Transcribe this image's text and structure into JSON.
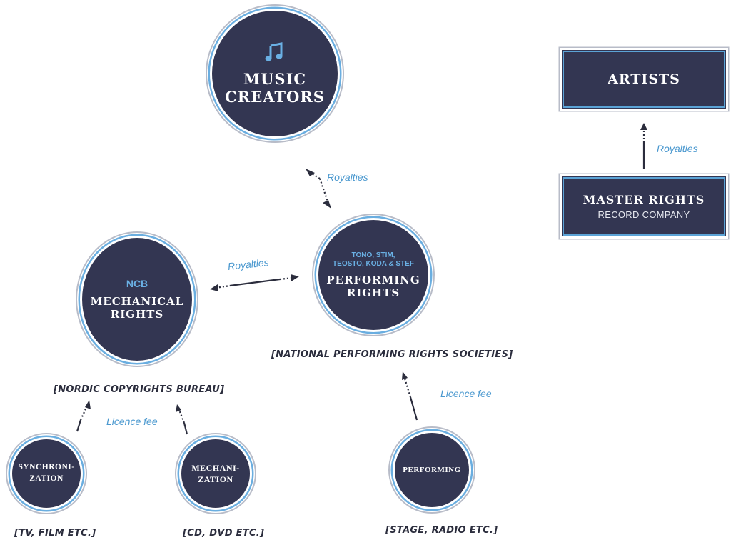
{
  "nodes": {
    "music_creators": {
      "title_line1": "MUSIC",
      "title_line2": "CREATORS",
      "icon": "music-note-icon"
    },
    "artists": {
      "title": "ARTISTS"
    },
    "master_rights": {
      "title": "MASTER RIGHTS",
      "subtitle": "RECORD COMPANY"
    },
    "performing_rights": {
      "tag_line1": "TONO, STIM,",
      "tag_line2": "TEOSTO, KODA & STEF",
      "title_line1": "PERFORMING",
      "title_line2": "RIGHTS"
    },
    "mechanical_rights": {
      "tag": "NCB",
      "title_line1": "MECHANICAL",
      "title_line2": "RIGHTS"
    },
    "synchronization": {
      "line1": "SYNCHRONI-",
      "line2": "ZATION"
    },
    "mechanization": {
      "line1": "MECHANI-",
      "line2": "ZATION"
    },
    "performing": {
      "line1": "PERFORMING"
    }
  },
  "captions": {
    "national_societies": "[NATIONAL PERFORMING RIGHTS SOCIETIES]",
    "nordic_bureau": "[NORDIC COPYRIGHTS BUREAU]",
    "tv_film": "[TV, FILM ETC.]",
    "cd_dvd": "[CD, DVD ETC.]",
    "stage_radio": "[STAGE, RADIO ETC.]"
  },
  "flow_labels": {
    "royalties_creators": "Royalties",
    "royalties_mechanical": "Royalties",
    "royalties_artists": "Royalties",
    "licence_fee_nordic": "Licence fee",
    "licence_fee_performing": "Licence fee"
  },
  "colors": {
    "node_fill": "#333652",
    "accent_blue": "#5ba3d6",
    "label_blue": "#4a98cf",
    "arrow": "#2b2d3d"
  }
}
